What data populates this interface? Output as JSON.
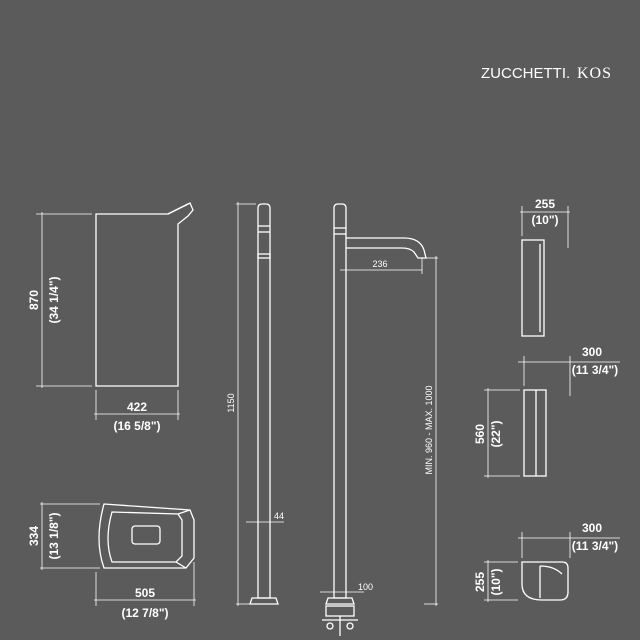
{
  "brand": {
    "name": "ZUCCHETTI.",
    "series": "KOS"
  },
  "dims": {
    "front_height_mm": "870",
    "front_height_in": "(34 1/4\")",
    "front_width_mm": "422",
    "front_width_in": "(16 5/8\")",
    "plan_depth_mm": "334",
    "plan_depth_in": "(13 1/8\")",
    "plan_width_mm": "505",
    "plan_width_in": "(12 7/8\")",
    "column_height": "1150",
    "column_width": "44",
    "spout_reach": "236",
    "range_height": "MIN. 960 - MAX. 1000",
    "base_width": "100",
    "acc1_width_mm": "255",
    "acc1_width_in": "(10\")",
    "acc2_width_mm": "300",
    "acc2_width_in": "(11 3/4\")",
    "acc2_height_mm": "560",
    "acc2_height_in": "(22\")",
    "acc3_width_mm": "300",
    "acc3_width_in": "(11 3/4\")",
    "acc3_height_mm": "255",
    "acc3_height_in": "(10\")"
  }
}
